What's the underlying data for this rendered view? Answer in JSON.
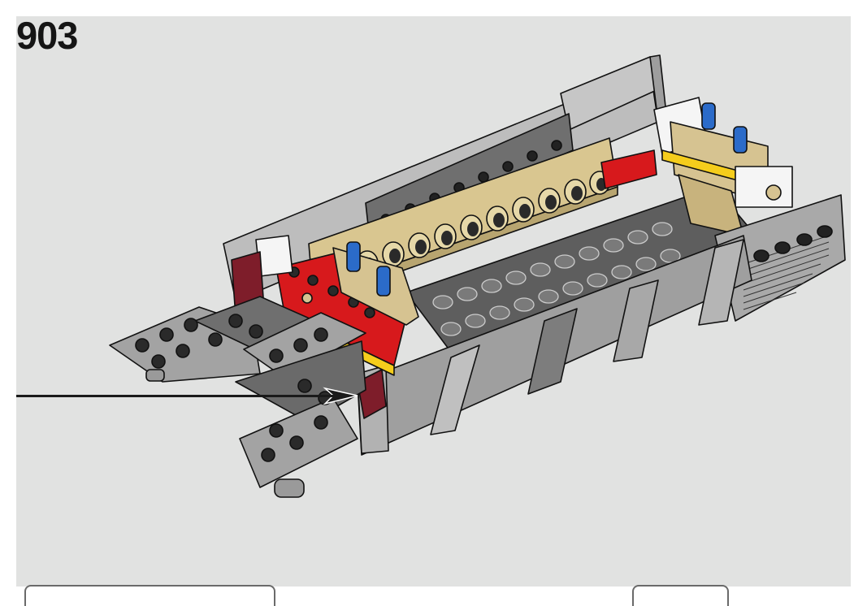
{
  "instruction": {
    "step_number": "903",
    "panel_background": "#e1e2e1",
    "callout": {
      "type": "arrow",
      "direction": "right",
      "target": "dark-red slope brick at front-left corner"
    },
    "model": {
      "description": "Partially assembled LEGO hull section viewed from above at an angle",
      "colors": {
        "light_gray": "#a9a9a9",
        "dark_gray": "#6b6b6b",
        "tan": "#d6c391",
        "red": "#d7191c",
        "dark_red": "#7e1d2a",
        "blue": "#2b6bc9",
        "white": "#f5f5f5",
        "yellow": "#f5cd1c"
      },
      "parts": [
        "technic beam with holes (tan, long)",
        "technic brick 1x6 (red)",
        "blue pins x4",
        "white clips",
        "gray plates with studs",
        "dark-red tiles",
        "gray slatted grille panel"
      ]
    }
  },
  "bottom_tabs": [
    {
      "label": ""
    },
    {
      "label": ""
    }
  ]
}
